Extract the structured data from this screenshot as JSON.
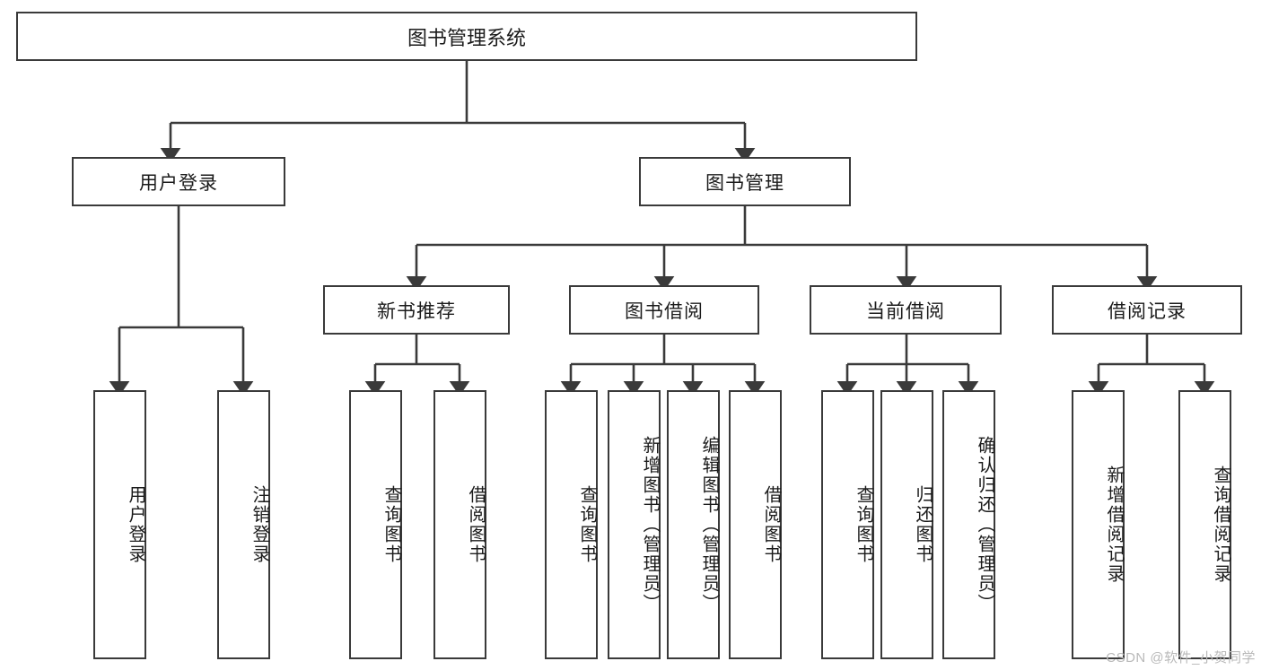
{
  "diagram": {
    "title": "图书管理系统",
    "type": "tree",
    "root": {
      "label": "图书管理系统"
    },
    "level2": [
      {
        "label": "用户登录"
      },
      {
        "label": "图书管理"
      }
    ],
    "level3": [
      {
        "label": "新书推荐"
      },
      {
        "label": "图书借阅"
      },
      {
        "label": "当前借阅"
      },
      {
        "label": "借阅记录"
      }
    ],
    "leaves": [
      {
        "label": "用户登录"
      },
      {
        "label": "注销登录"
      },
      {
        "label": "查询图书"
      },
      {
        "label": "借阅图书"
      },
      {
        "label": "查询图书"
      },
      {
        "label": "新增图书（管理员）"
      },
      {
        "label": "编辑图书（管理员）"
      },
      {
        "label": "借阅图书"
      },
      {
        "label": "查询图书"
      },
      {
        "label": "归还图书"
      },
      {
        "label": "确认归还（管理员）"
      },
      {
        "label": "新增借阅记录"
      },
      {
        "label": "查询借阅记录"
      }
    ]
  },
  "watermark": {
    "text": "CSDN @软件_小贺同学"
  },
  "colors": {
    "stroke": "#3a3a3a",
    "fill": "#ffffff",
    "text": "#1b1b1b",
    "watermark": "#b9b9b9"
  }
}
